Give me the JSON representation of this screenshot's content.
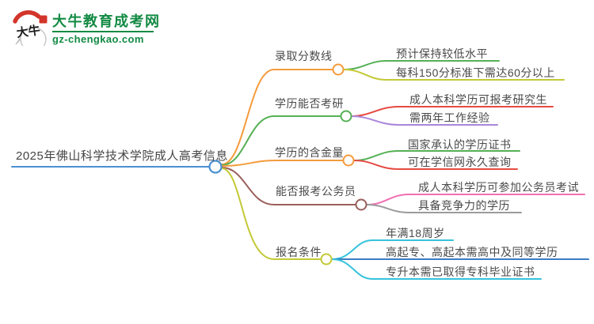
{
  "logo": {
    "site_name": "大牛教育成考网",
    "site_domain": "gz-chengkao.com",
    "badge_text": "大牛",
    "brand_green": "#128a43",
    "badge_red": "#d2352b"
  },
  "mindmap": {
    "root": {
      "label": "2025年佛山科学技术学院成人高考信息",
      "color": "#4a90d2"
    },
    "branches": [
      {
        "label": "录取分数线",
        "color": "#f59b3c",
        "children": [
          {
            "label": "预计保持较低水平",
            "color": "#55b055"
          },
          {
            "label": "每科150分标准下需达60分以上",
            "color": "#c3c935"
          }
        ]
      },
      {
        "label": "学历能否考研",
        "color": "#55b055",
        "children": [
          {
            "label": "成人本科学历可报考研究生",
            "color": "#e64a42"
          },
          {
            "label": "需两年工作经验",
            "color": "#ab85db"
          }
        ]
      },
      {
        "label": "学历的含金量",
        "color": "#f59b3c",
        "children": [
          {
            "label": "国家承认的学历证书",
            "color": "#55b055"
          },
          {
            "label": "可在学信网永久查询",
            "color": "#e64a42"
          }
        ]
      },
      {
        "label": "能否报考公务员",
        "color": "#9a5f5c",
        "children": [
          {
            "label": "成人本科学历可参加公务员考试",
            "color": "#f06fb2"
          },
          {
            "label": "具备竞争力的学历",
            "color": "#9b9b9b"
          }
        ]
      },
      {
        "label": "报名条件",
        "color": "#c3c935",
        "children": [
          {
            "label": "年满18周岁",
            "color": "#36c3dc"
          },
          {
            "label": "高起专、高起本需高中及同等学历",
            "color": "#3c7cc4"
          },
          {
            "label": "专升本需已取得专科毕业证书",
            "color": "#36c3dc"
          }
        ]
      }
    ]
  }
}
